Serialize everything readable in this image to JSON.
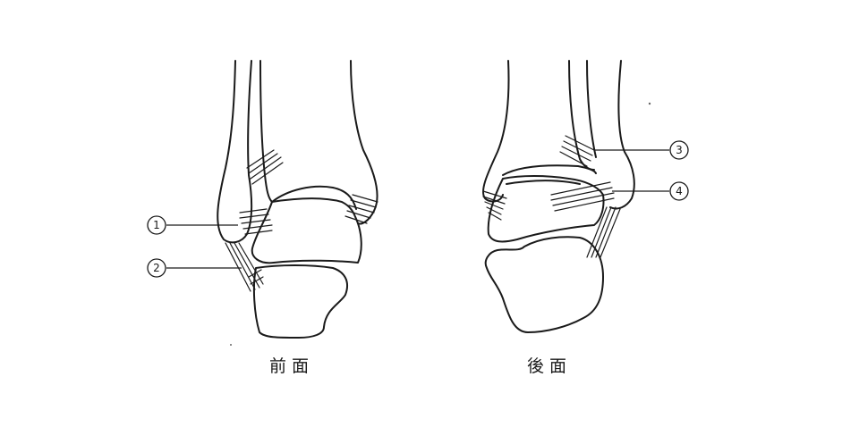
{
  "views": {
    "front": {
      "label": "前面"
    },
    "back": {
      "label": "後面"
    }
  },
  "markers": {
    "m1": "1",
    "m2": "2",
    "m3": "3",
    "m4": "4"
  }
}
